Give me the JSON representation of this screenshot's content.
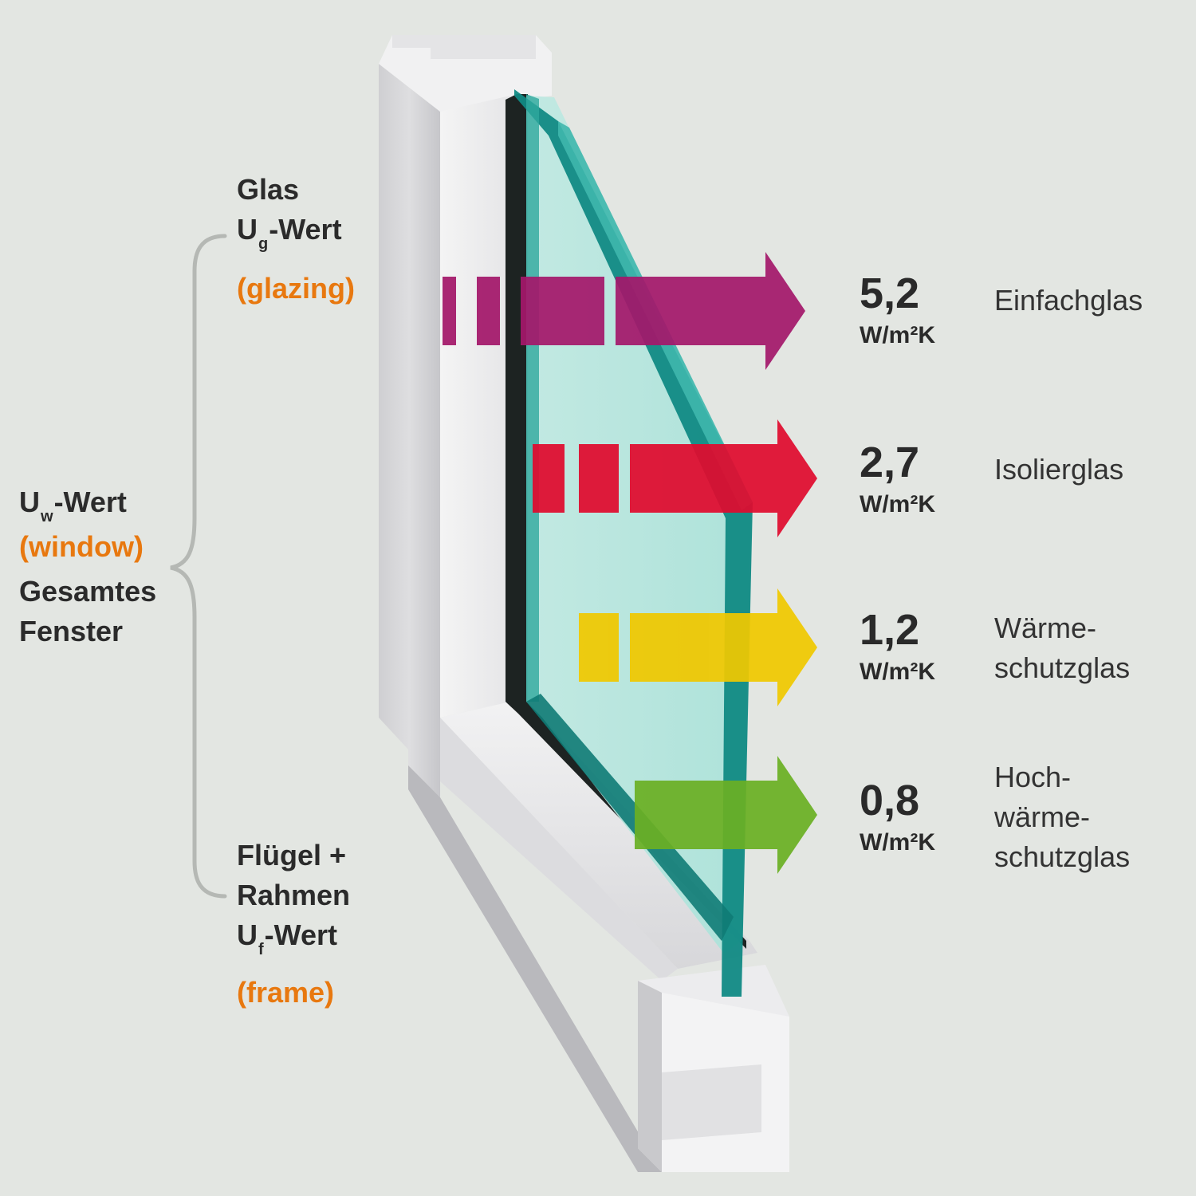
{
  "colors": {
    "background": "#e3e6e2",
    "accent_orange": "#e8780f",
    "arrow_magenta": "#a4186a",
    "arrow_red": "#e00b2e",
    "arrow_yellow": "#f0c800",
    "arrow_green": "#6aaf23",
    "glass": "#0f8c86"
  },
  "labels": {
    "glass": {
      "line1": "Glas",
      "u": "U",
      "sub": "g",
      "rest": "-Wert",
      "en": "(glazing)"
    },
    "window": {
      "u": "U",
      "sub": "w",
      "rest": "-Wert",
      "en": "(window)",
      "line3": "Gesamtes",
      "line4": "Fenster"
    },
    "frame": {
      "line1": "Flügel +",
      "line2": "Rahmen",
      "u": "U",
      "sub": "f",
      "rest": "-Wert",
      "en": "(frame)"
    }
  },
  "ratings": [
    {
      "value": "5,2",
      "unit": "W/m²K",
      "desc": [
        "Einfachglas"
      ],
      "color": "arrow_magenta"
    },
    {
      "value": "2,7",
      "unit": "W/m²K",
      "desc": [
        "Isolierglas"
      ],
      "color": "arrow_red"
    },
    {
      "value": "1,2",
      "unit": "W/m²K",
      "desc": [
        "Wärme-",
        "schutzglas"
      ],
      "color": "arrow_yellow"
    },
    {
      "value": "0,8",
      "unit": "W/m²K",
      "desc": [
        "Hoch-",
        "wärme-",
        "schutzglas"
      ],
      "color": "arrow_green"
    }
  ]
}
